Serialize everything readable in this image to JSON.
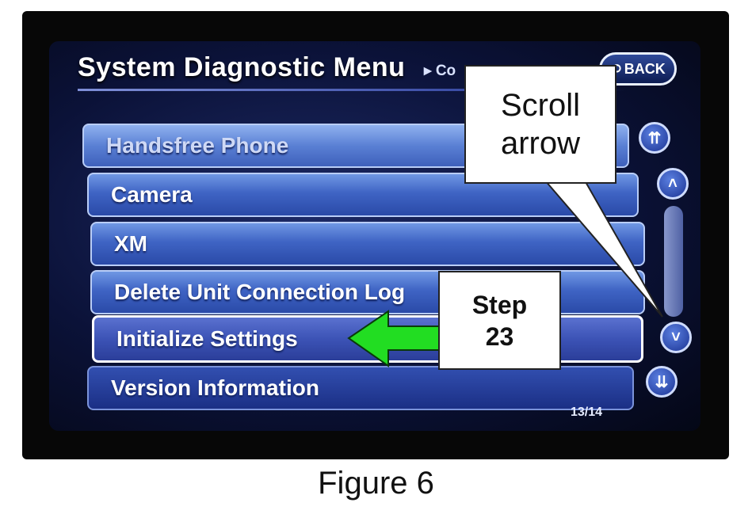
{
  "screen": {
    "title": "System Diagnostic Menu",
    "breadcrumb": "▸ Co",
    "back_label": "BACK",
    "page_counter": "13/14"
  },
  "menu": {
    "items": [
      {
        "label": "Handsfree Phone",
        "state": "dimmed"
      },
      {
        "label": "Camera",
        "state": "normal"
      },
      {
        "label": "XM",
        "state": "normal"
      },
      {
        "label": "Delete Unit Connection Log",
        "state": "normal"
      },
      {
        "label": "Initialize Settings",
        "state": "selected"
      },
      {
        "label": "Version Information",
        "state": "normal"
      }
    ]
  },
  "scroll": {
    "top_icon": "double-chevron-up-icon",
    "up_icon": "chevron-up-icon",
    "down_icon": "chevron-down-icon",
    "bottom_icon": "double-chevron-down-icon"
  },
  "annotations": {
    "scroll_callout_line1": "Scroll",
    "scroll_callout_line2": "arrow",
    "step_callout_line1": "Step",
    "step_callout_line2": "23",
    "arrow_color": "#22dd22"
  },
  "caption": "Figure 6"
}
